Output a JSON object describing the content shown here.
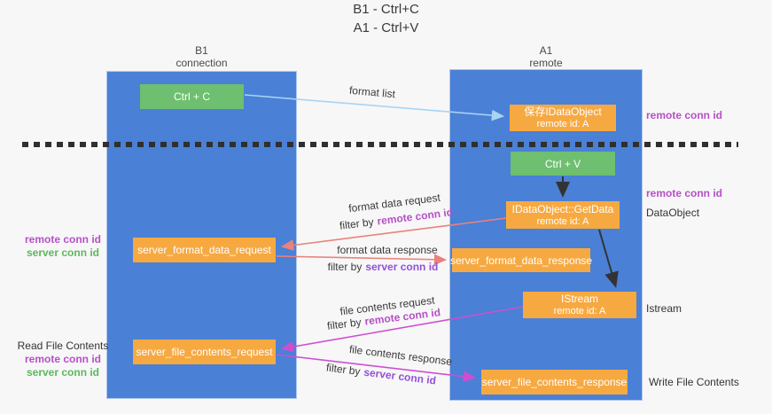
{
  "title": {
    "line1": "B1 - Ctrl+C",
    "line2": "A1 - Ctrl+V"
  },
  "columns": {
    "left": {
      "name": "B1",
      "role": "connection"
    },
    "right": {
      "name": "A1",
      "role": "remote"
    }
  },
  "nodes": {
    "ctrl_c": "Ctrl + C",
    "save_dataobject": {
      "line1": "保存IDataObject",
      "line2": "remote id: A"
    },
    "ctrl_v": "Ctrl + V",
    "getdata": {
      "line1": "IDataObject::GetData",
      "line2": "remote id: A"
    },
    "format_request": "server_format_data_request",
    "format_response": "server_format_data_response",
    "istream": {
      "line1": "IStream",
      "line2": "remote id: A"
    },
    "file_request": "server_file_contents_request",
    "file_response": "server_file_contents_response"
  },
  "labels": {
    "format_list": "format list",
    "format_data_request": "format data request",
    "format_data_response": "format data response",
    "file_contents_request": "file contents request",
    "file_contents_response": "file contents response",
    "filter_by": "filter by",
    "remote_conn_id": "remote conn id",
    "server_conn_id": "server conn id",
    "dataobject": "DataObject",
    "istream": "Istream",
    "read_file_contents": "Read File Contents",
    "write_file_contents": "Write File Contents"
  },
  "colors": {
    "column_blue": "#4a80d6",
    "box_orange": "#f7a941",
    "box_green": "#6fbf70",
    "arrow_salmon": "#e8837a",
    "arrow_magenta": "#cd4fd0",
    "arrow_lightblue": "#a9d3f2",
    "arrow_black": "#333333",
    "text_magenta": "#b650c6",
    "text_purple": "#9351d8",
    "text_green": "#5cb85c",
    "dashed_line": "#2f2f2f"
  }
}
